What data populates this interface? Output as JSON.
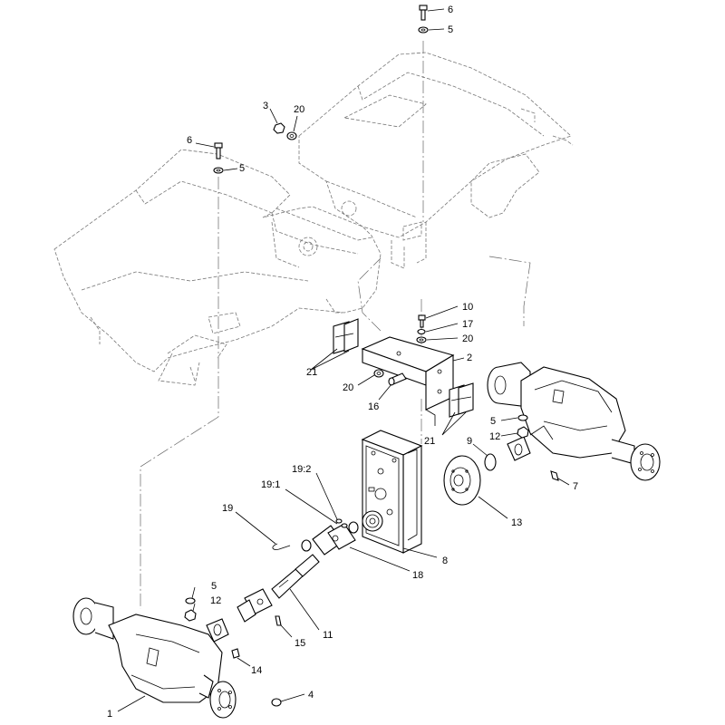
{
  "callouts": {
    "c_6_top": "6",
    "c_5_top": "5",
    "c_3": "3",
    "c_20_top": "20",
    "c_6_left": "6",
    "c_5_left": "5",
    "c_10": "10",
    "c_17": "17",
    "c_20_right": "20",
    "c_2": "2",
    "c_21_left": "21",
    "c_20_mid": "20",
    "c_16": "16",
    "c_5_right": "5",
    "c_12_right": "12",
    "c_21_right": "21",
    "c_9": "9",
    "c_7": "7",
    "c_19_2": "19:2",
    "c_19_1": "19:1",
    "c_19": "19",
    "c_13": "13",
    "c_8": "8",
    "c_18": "18",
    "c_5_bottom": "5",
    "c_12_bottom": "12",
    "c_11": "11",
    "c_15": "15",
    "c_14": "14",
    "c_1": "1",
    "c_4": "4"
  }
}
